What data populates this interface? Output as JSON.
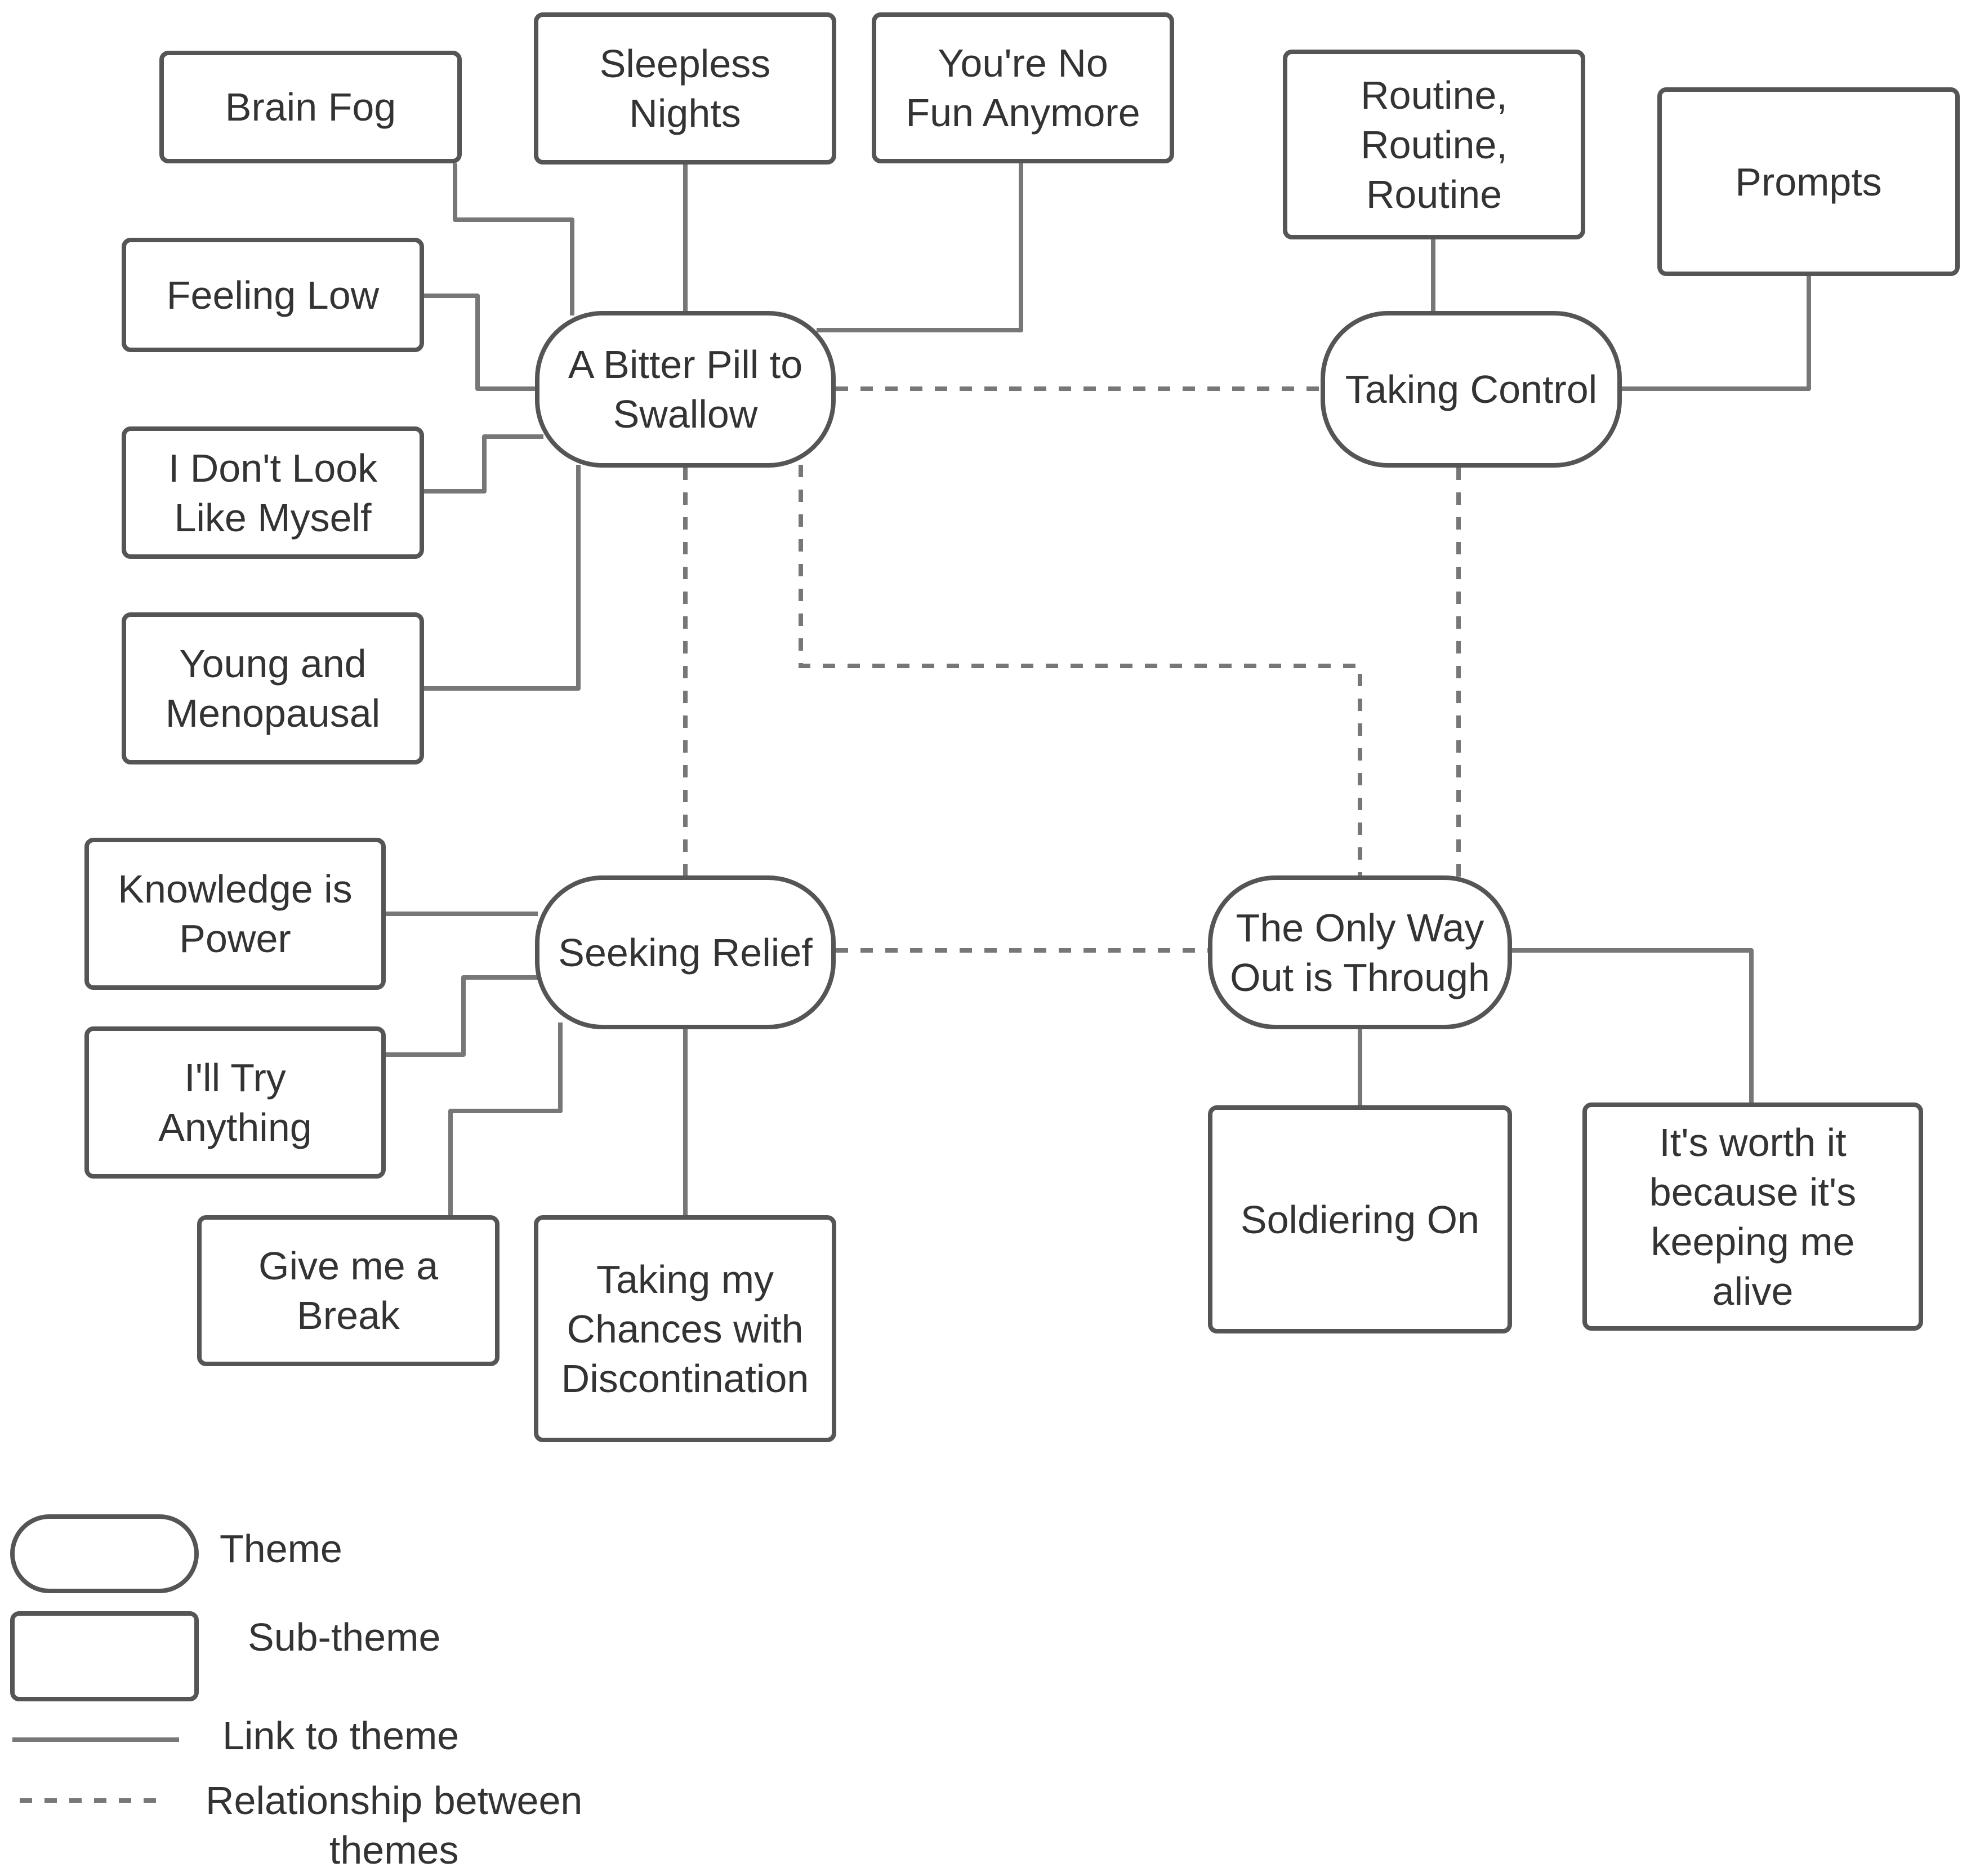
{
  "themes": {
    "bitter": "A Bitter Pill to\nSwallow",
    "control": "Taking Control",
    "relief": "Seeking Relief",
    "through": "The Only Way\nOut is Through"
  },
  "subthemes": {
    "brain_fog": "Brain Fog",
    "sleepless": "Sleepless\nNights",
    "no_fun": "You're No\nFun Anymore",
    "feeling_low": "Feeling Low",
    "dont_look": "I Don't Look\nLike Myself",
    "young": "Young and\nMenopausal",
    "routine": "Routine,\nRoutine,\nRoutine",
    "prompts": "Prompts",
    "knowledge": "Knowledge is\nPower",
    "try_anything": "I'll Try\nAnything",
    "break": "Give me a\nBreak",
    "chances": "Taking my\nChances with\nDiscontination",
    "soldiering": "Soldiering On",
    "worth_it": "It's worth it\nbecause it's\nkeeping me\nalive"
  },
  "legend": {
    "theme": "Theme",
    "subtheme": "Sub-theme",
    "link": "Link to theme",
    "relationship": "Relationship between\nthemes"
  },
  "colors": {
    "stroke": "#555555",
    "dashed": "#777777",
    "text": "#333333"
  }
}
